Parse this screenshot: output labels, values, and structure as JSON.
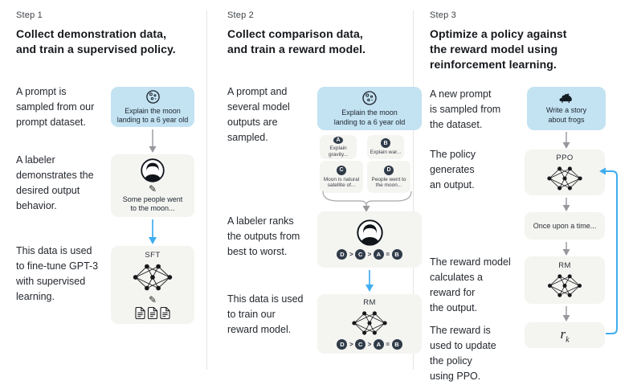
{
  "columns": [
    {
      "step": "Step 1",
      "title": "Collect demonstration data,\nand train a supervised policy.",
      "p1": "A prompt is\nsampled from our\nprompt dataset.",
      "p2": "A labeler\ndemonstrates the\ndesired output\nbehavior.",
      "p3": "This data is used\nto fine-tune GPT-3\nwith supervised\nlearning.",
      "prompt_text": "Explain the moon\nlanding to a 6 year old",
      "output_text": "Some people went\nto the moon...",
      "model_label": "SFT"
    },
    {
      "step": "Step 2",
      "title": "Collect comparison data,\nand train a reward model.",
      "p1": "A prompt and\nseveral model\noutputs are\nsampled.",
      "p2": "A labeler ranks\nthe outputs from\nbest to worst.",
      "p3": "This data is used\nto train our\nreward model.",
      "prompt_text": "Explain the moon\nlanding to a 6 year old",
      "outputs": [
        {
          "letter": "A",
          "text": "Explain gravity..."
        },
        {
          "letter": "B",
          "text": "Explain war..."
        },
        {
          "letter": "C",
          "text": "Moon is natural\nsatellite of..."
        },
        {
          "letter": "D",
          "text": "People went to\nthe moon..."
        }
      ],
      "model_label": "RM"
    },
    {
      "step": "Step 3",
      "title": "Optimize a policy against\nthe reward model using\nreinforcement learning.",
      "p1": "A new prompt\nis sampled from\nthe dataset.",
      "p2": "The policy\ngenerates\nan output.",
      "p3": "The reward model\ncalculates a\nreward for\nthe output.",
      "p4": "The reward is\nused to update\nthe policy\nusing PPO.",
      "prompt_text": "Write a story\nabout frogs",
      "policy_label": "PPO",
      "output_text": "Once upon a time...",
      "model_label": "RM",
      "reward": {
        "base": "r",
        "sub": "k"
      }
    }
  ],
  "ranking": [
    "D",
    ">",
    "C",
    ">",
    "A",
    "=",
    "B"
  ],
  "glyphs": {
    "pencil": "✎"
  },
  "colors": {
    "prompt_box": "#c3e2f2",
    "card": "#f4f4f1",
    "rank_circle": "#303b49",
    "blue_arrow": "#3fadf0",
    "gray_arrow": "#97979d",
    "divider": "#e5e5e3",
    "text": "#22262c"
  }
}
